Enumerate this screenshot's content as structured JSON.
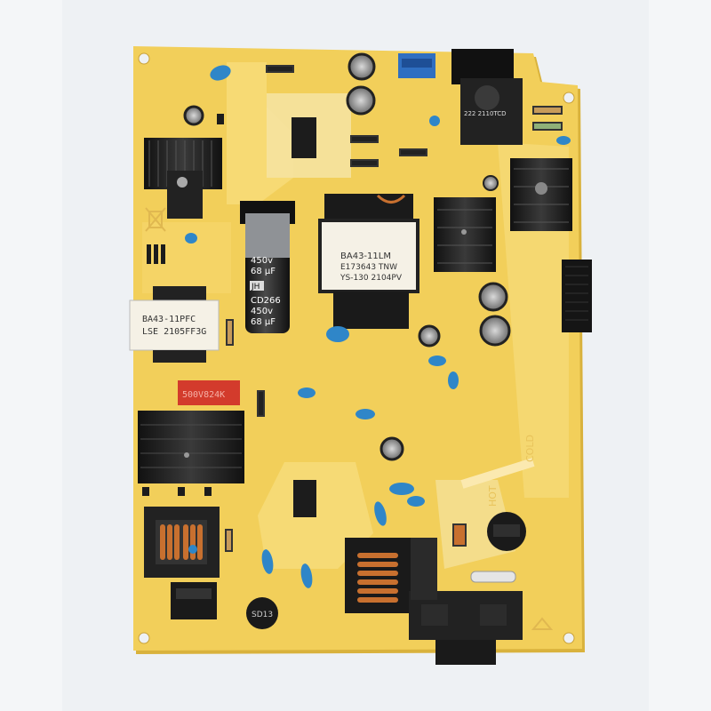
{
  "colors": {
    "background": "#eef1f4",
    "pcb": "#f2cf5a",
    "pcb_shadow": "#d9b23c",
    "trace": "#f7dc7a",
    "heatsink": "#1a1a1a",
    "cap_blue": "#2f86c8",
    "transformer": "#f5f1e6",
    "copper": "#c8702f",
    "film_cap_red": "#d33b2c"
  },
  "labels": {
    "pfc_inductor_line1": "BA43-11PFC",
    "pfc_inductor_line2": "LSE 2105FF3G",
    "main_transformer_line1": "BA43-11LM",
    "main_transformer_line2": "E173643 TNW",
    "main_transformer_line3": "YS-130 2104PV",
    "bulk_cap_line1": "450v",
    "bulk_cap_line2": "68 µF",
    "bulk_cap_brand": "JH",
    "bulk_cap_line3": "CD266",
    "bulk_cap_line4": "450v",
    "bulk_cap_line5": "68 µF",
    "film_cap": "500V824K",
    "hot_zone": "HOT",
    "cold_zone": "COLD",
    "thermistor": "SD13",
    "output_inductor": "222 2110TCD"
  },
  "icons": [
    "crossed-bin-icon",
    "recycle-icon"
  ]
}
